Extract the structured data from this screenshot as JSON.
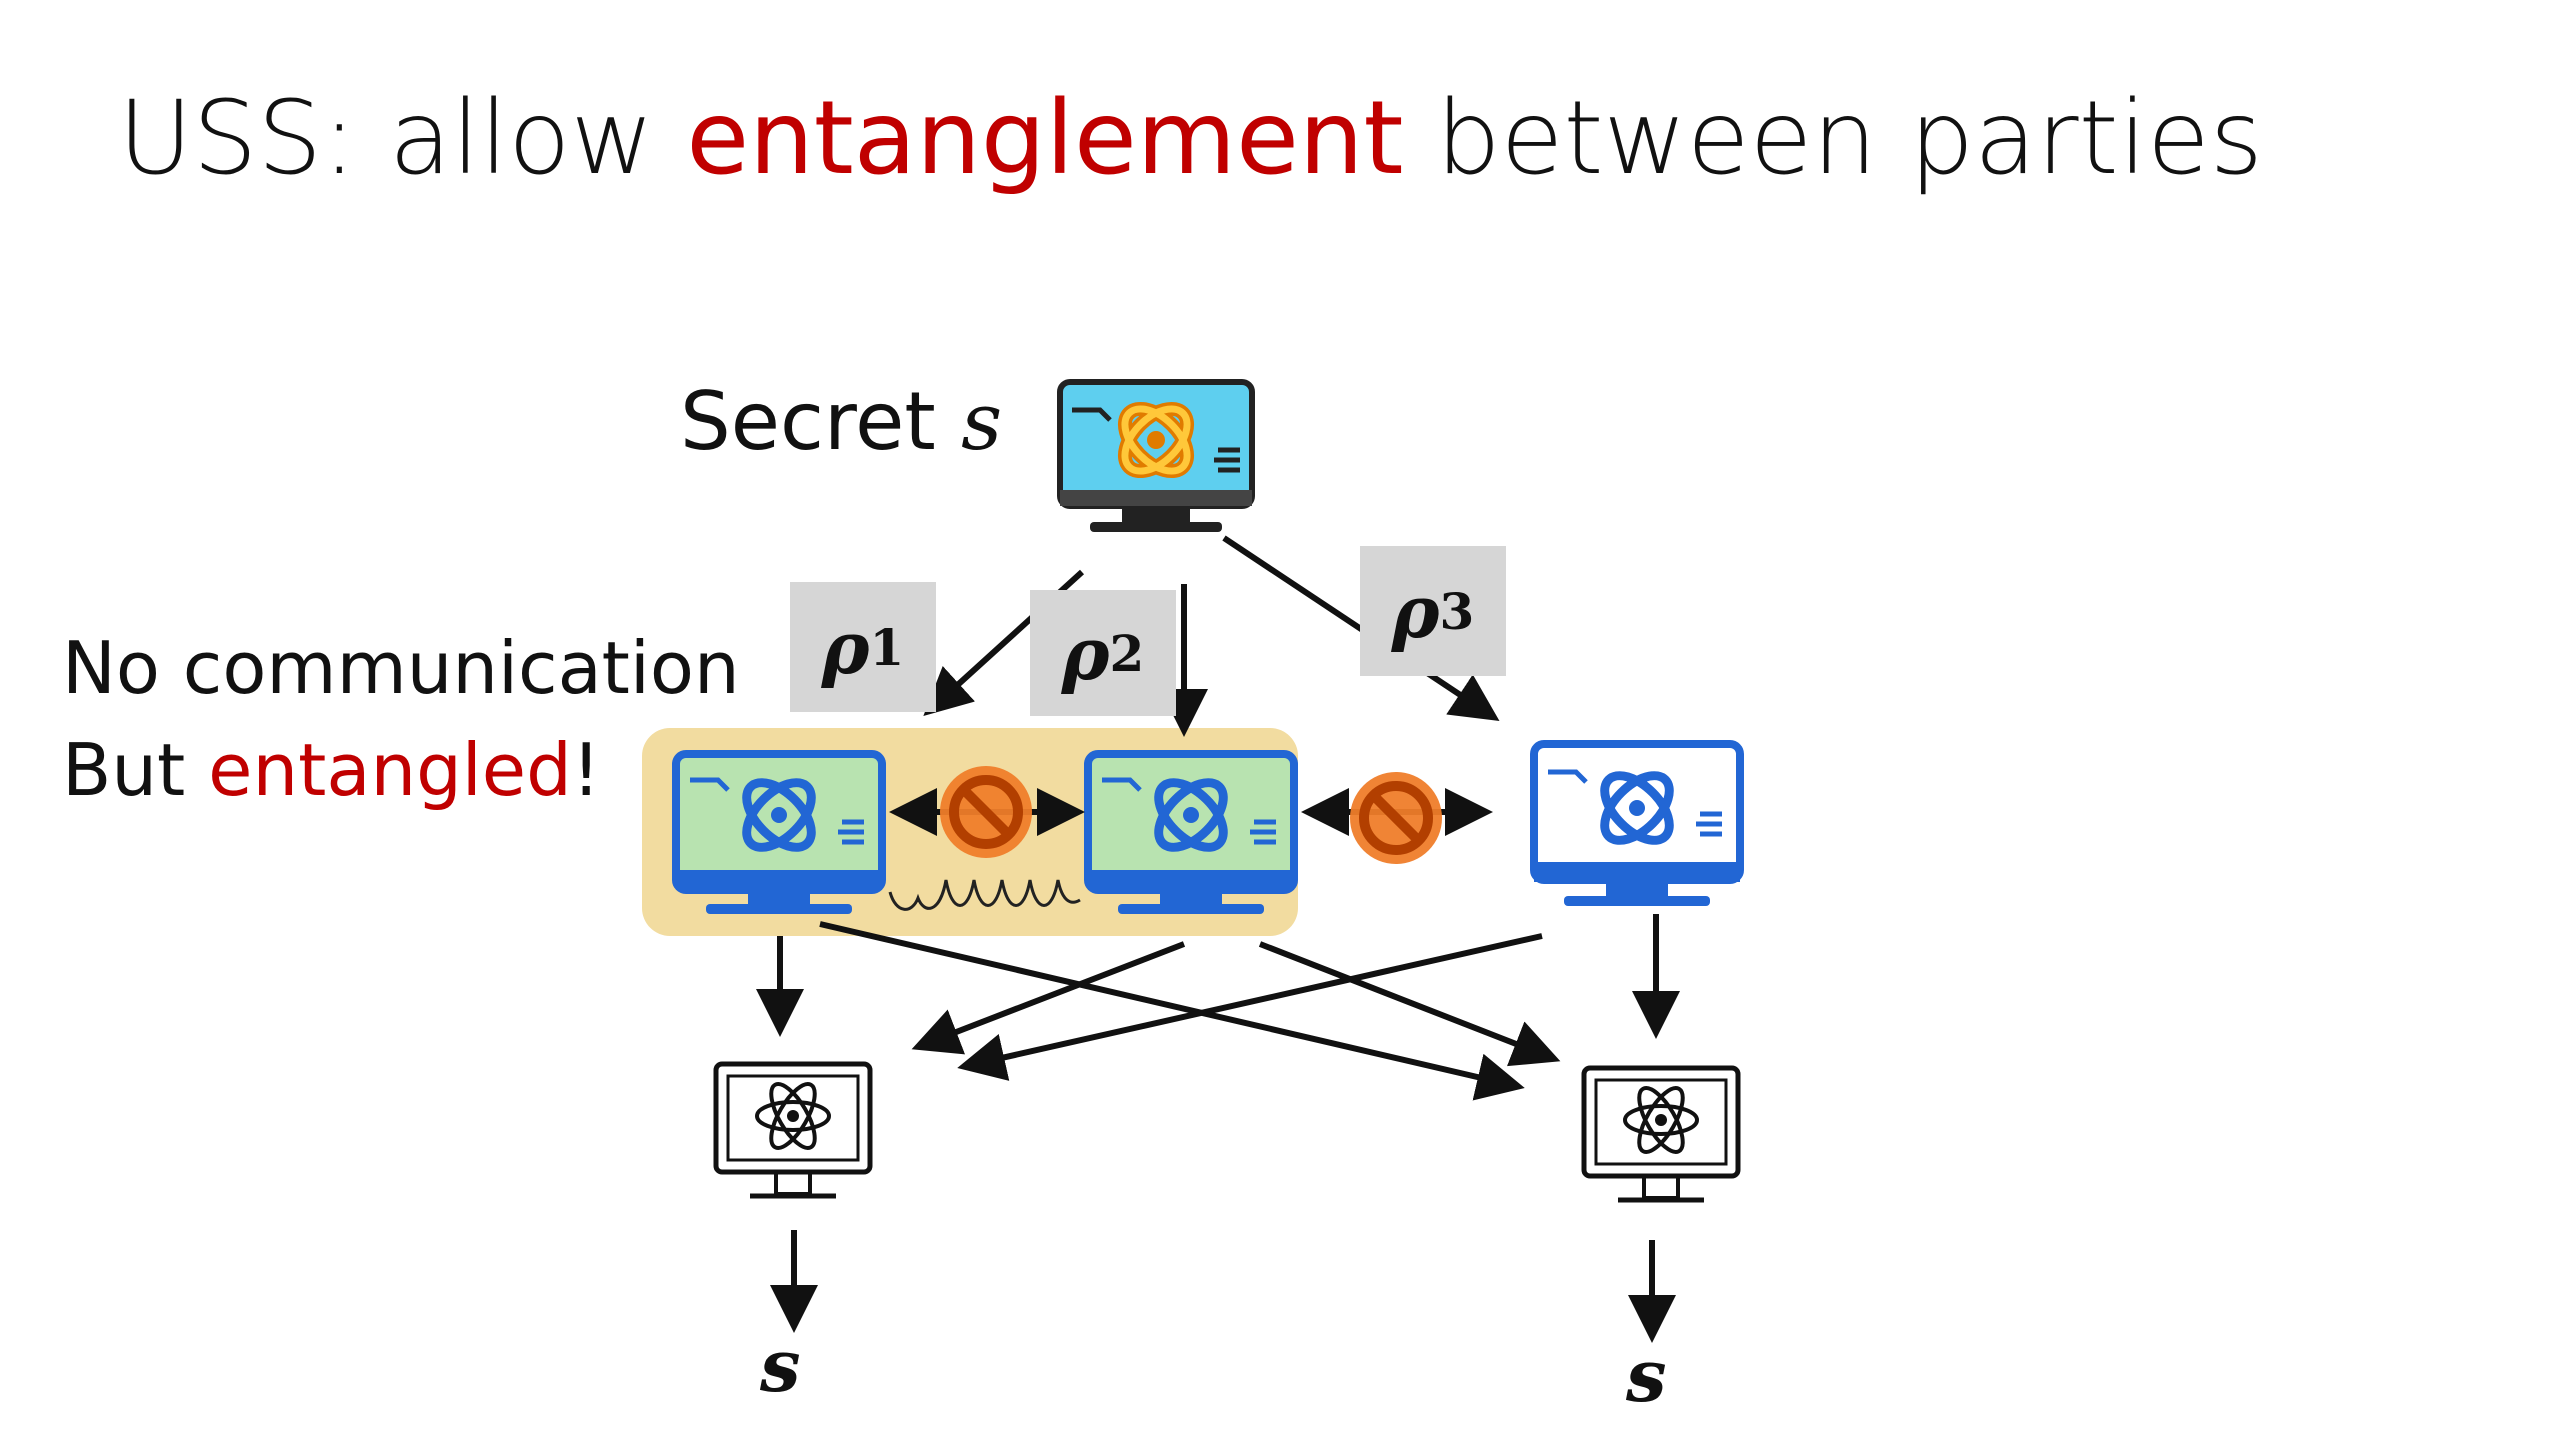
{
  "title": {
    "prefix": "USS: allow ",
    "highlight": "entanglement",
    "suffix": " between parties"
  },
  "secret": {
    "label": "Secret ",
    "symbol": "s"
  },
  "note": {
    "line1": "No communication",
    "line2_prefix": "But ",
    "line2_highlight": "entangled",
    "line2_suffix": "!"
  },
  "shares": [
    {
      "symbol": "ρ",
      "index": "1"
    },
    {
      "symbol": "ρ",
      "index": "2"
    },
    {
      "symbol": "ρ",
      "index": "3"
    }
  ],
  "outputs": [
    {
      "symbol": "s"
    },
    {
      "symbol": "s"
    }
  ],
  "colors": {
    "accent": "#c00000",
    "dealer_screen": "#5ecfef",
    "party_screen_blue": "#2266d4",
    "entangled_group_fill": "#f2dca0",
    "entangled_screen": "#b8e3b0",
    "no_comm_sign": "#ef7d2a"
  },
  "icons": [
    "atom-computer-icon",
    "no-communication-icon",
    "entanglement-wave-icon"
  ]
}
